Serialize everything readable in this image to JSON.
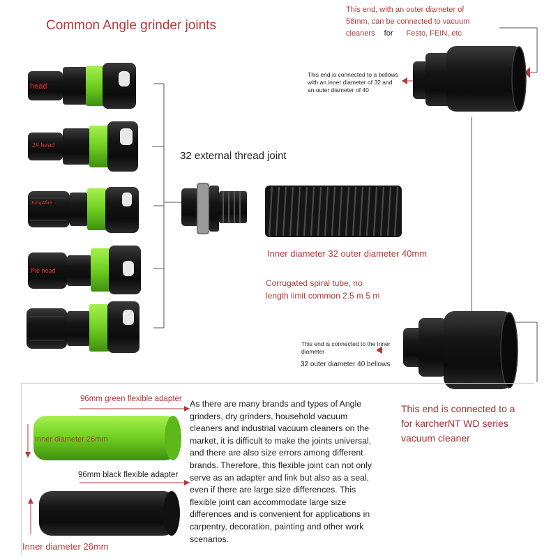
{
  "title": "Common Angle grinder joints",
  "fittings": [
    {
      "label": "head"
    },
    {
      "label": "2# head"
    },
    {
      "label": "Jump#fire"
    },
    {
      "label": "Pie head"
    },
    {
      "label": ""
    }
  ],
  "thread_joint_label": "32 external thread joint",
  "hose": {
    "size": "Inner diameter 32 outer diameter 40mm",
    "spiral_line1": "Corrugated spiral tube, no",
    "spiral_line2": "length limit common 2.5 m 5 m"
  },
  "top_adapter": {
    "note_line1": "This end, with an outer diameter of",
    "note_line2": "58mm, can be connected to vacuum",
    "note_line3_a": "cleaners",
    "note_line3_b": "for",
    "note_line3_c": "Festo, FEIN, etc",
    "bellows_note": "This end is connected to a bellows with an inner diameter of 32 and an outer diameter of 40"
  },
  "bottom_adapter": {
    "note": "This end is connected to the inner diameter",
    "note2": "32 outer diameter 40 bellows",
    "karcher_line1": "This end is connected to a",
    "karcher_line2": "for karcherNT WD series",
    "karcher_line3": "vacuum cleaner"
  },
  "green_adapter": {
    "label": "96mm green flexible adapter",
    "inner": "Inner diameter 26mm"
  },
  "black_adapter": {
    "label": "96mm black flexible adapter",
    "inner": "Inner diameter 26mm"
  },
  "description": "As there are many brands and types of Angle grinders, dry grinders, household vacuum cleaners and industrial vacuum cleaners on the market, it is difficult to make the joints universal, and there are also size errors among different brands. Therefore, this flexible joint can not only serve as an adapter and link but also as a seal, even if there are large size differences. This flexible joint can accommodate large size differences and is convenient for applications in carpentry, decoration, painting and other work scenarios.",
  "colors": {
    "accent_green": "#7ed321",
    "label_red": "#b23a3a",
    "part_black": "#1b1b1b"
  }
}
